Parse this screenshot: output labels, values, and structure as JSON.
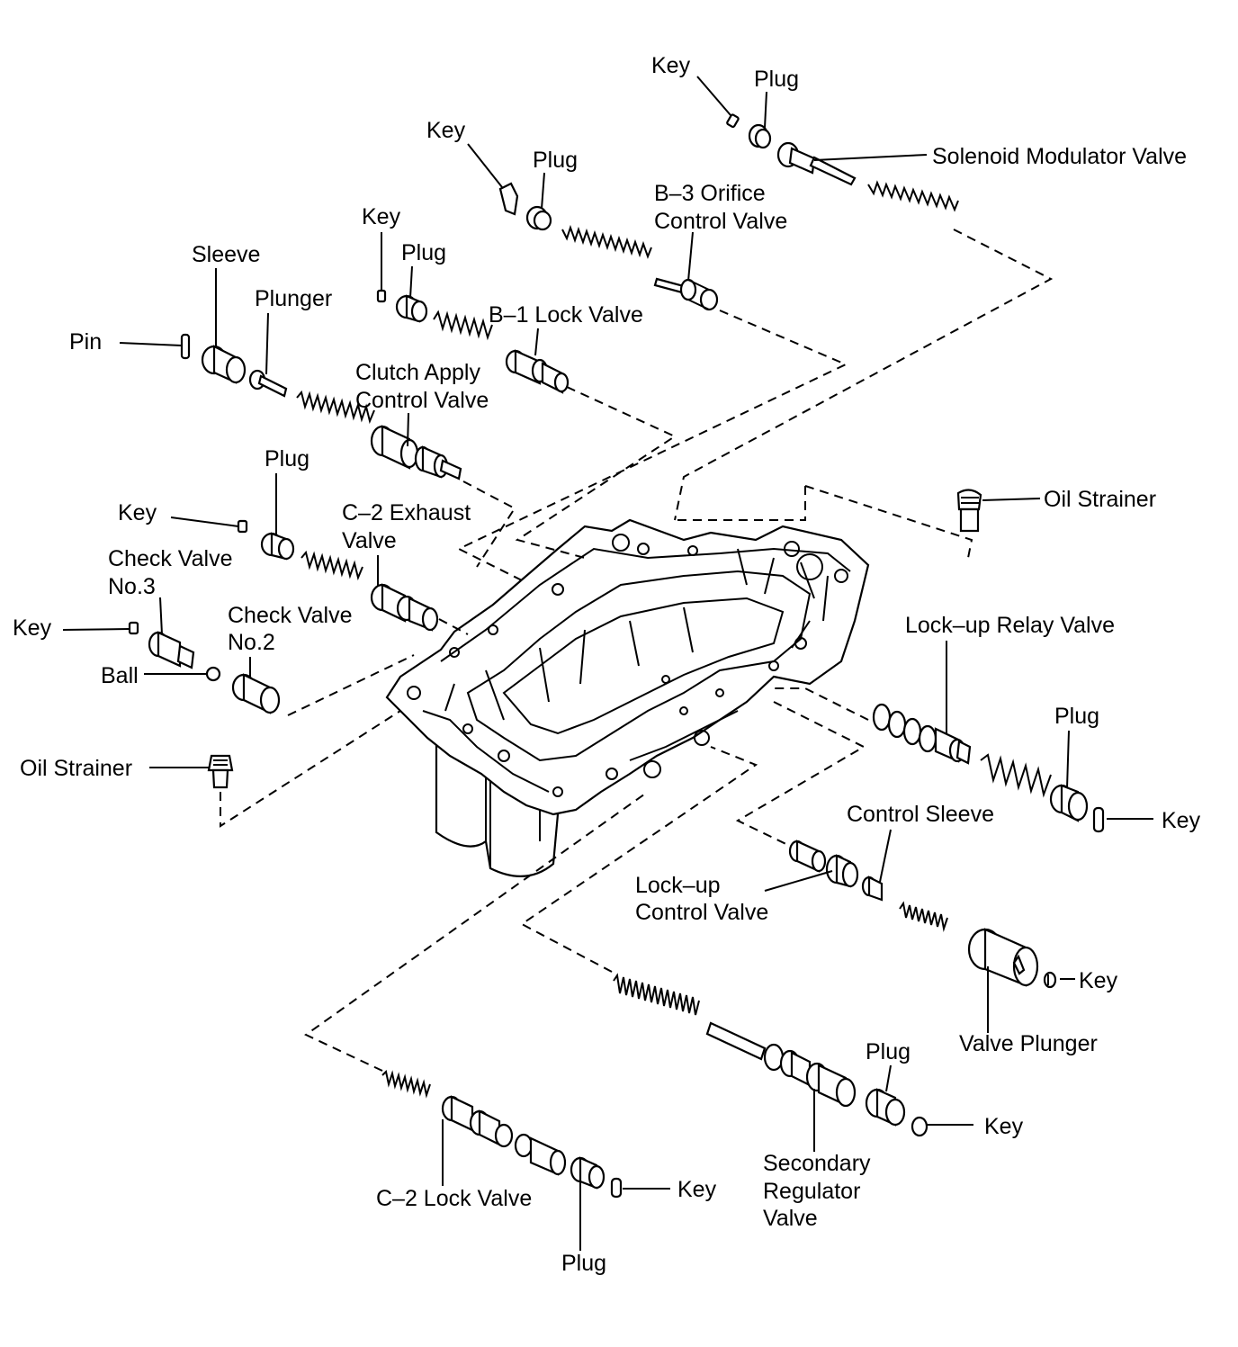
{
  "diagram": {
    "labels": {
      "top_key": "Key",
      "top_plug": "Plug",
      "solenoid_modulator_valve": "Solenoid Modulator Valve",
      "b3_key": "Key",
      "b3_plug": "Plug",
      "b3_orifice_line1": "B–3 Orifice",
      "b3_orifice_line2": "Control Valve",
      "b1_key": "Key",
      "b1_plug": "Plug",
      "b1_lock_valve": "B–1 Lock Valve",
      "sleeve": "Sleeve",
      "plunger": "Plunger",
      "pin": "Pin",
      "clutch_apply_line1": "Clutch Apply",
      "clutch_apply_line2": "Control Valve",
      "c2_plug": "Plug",
      "c2_key": "Key",
      "c2_exhaust_line1": "C–2 Exhaust",
      "c2_exhaust_line2": "Valve",
      "check3_line1": "Check Valve",
      "check3_line2": "No.3",
      "check3_key": "Key",
      "check2_line1": "Check Valve",
      "check2_line2": "No.2",
      "ball": "Ball",
      "oil_strainer_left": "Oil Strainer",
      "oil_strainer_right": "Oil Strainer",
      "lockup_relay_valve": "Lock–up Relay Valve",
      "relay_plug": "Plug",
      "relay_key": "Key",
      "control_sleeve": "Control Sleeve",
      "lockup_control_line1": "Lock–up",
      "lockup_control_line2": "Control Valve",
      "plunger_key": "Key",
      "valve_plunger": "Valve Plunger",
      "secondary_plug": "Plug",
      "secondary_key": "Key",
      "secondary_line1": "Secondary",
      "secondary_line2": "Regulator",
      "secondary_line3": "Valve",
      "c2_lock_valve": "C–2 Lock Valve",
      "c2_lock_key": "Key",
      "c2_lock_plug": "Plug"
    }
  }
}
